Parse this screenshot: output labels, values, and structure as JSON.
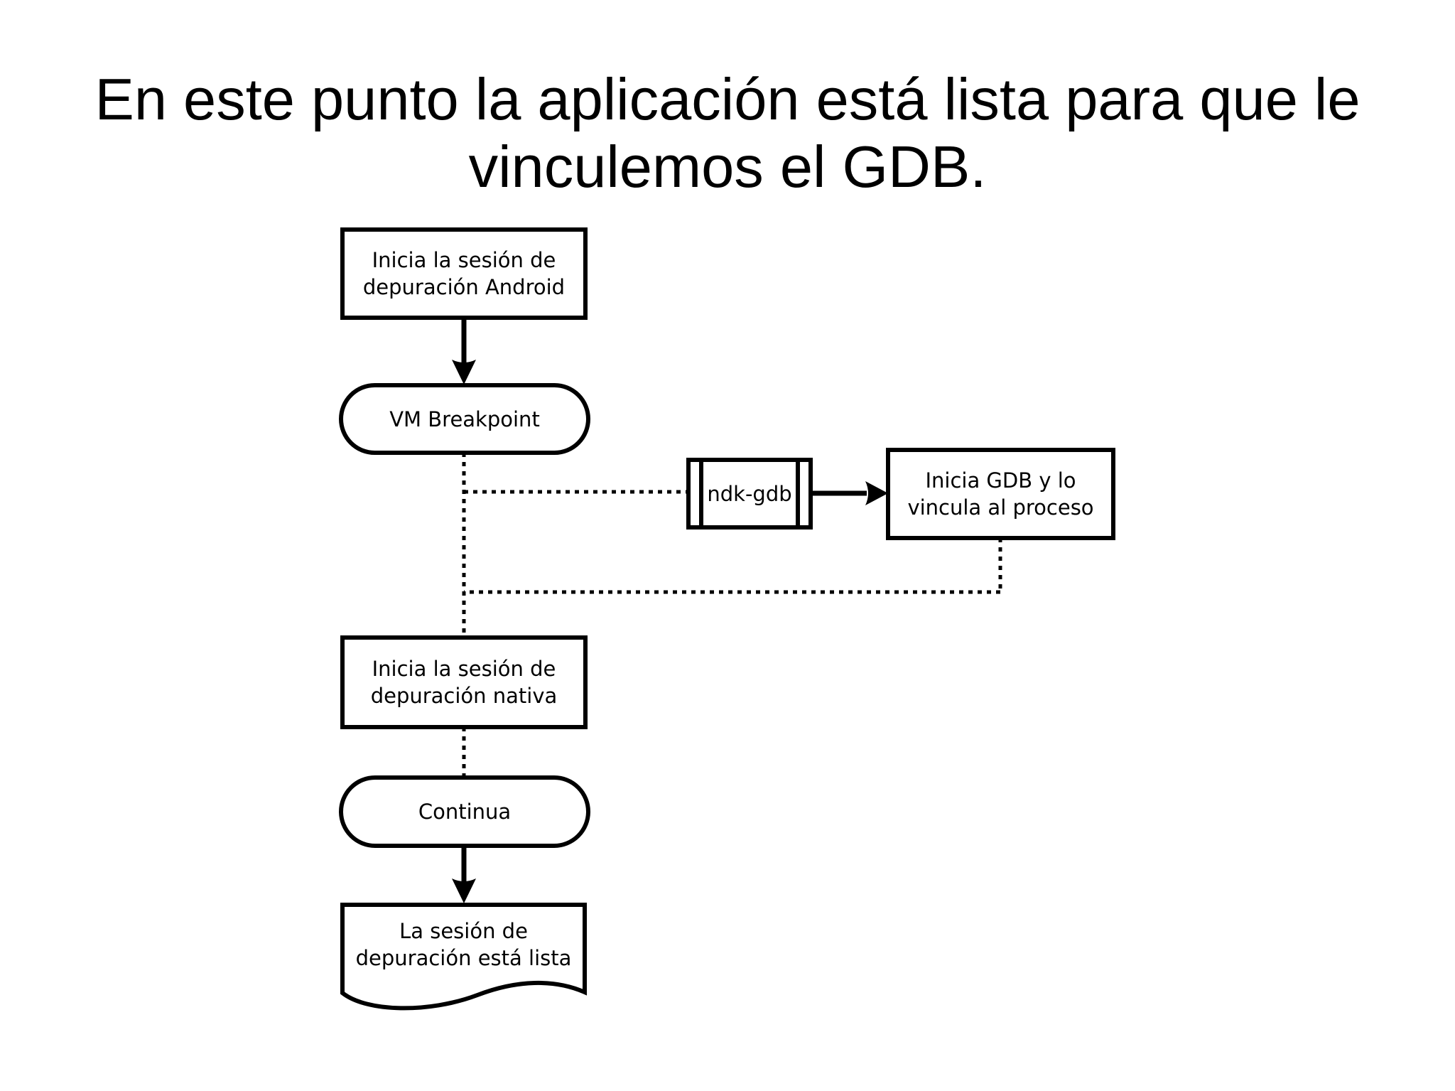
{
  "slide": {
    "title": {
      "line1": "En este punto la aplicación está lista para que le",
      "line2": "vinculemos el GDB."
    }
  },
  "colors": {
    "ink": "#000000",
    "paper": "#ffffff"
  },
  "flowchart": {
    "start_android": {
      "line1": "Inicia la sesión de",
      "line2": "depuración Android"
    },
    "vm_breakpoint": {
      "label": "VM Breakpoint"
    },
    "ndk_gdb": {
      "label": "ndk-gdb"
    },
    "attach_gdb": {
      "line1": "Inicia GDB y lo",
      "line2": "vincula al proceso"
    },
    "native_session": {
      "line1": "Inicia la sesión de",
      "line2": "depuración nativa"
    },
    "continue_node": {
      "label": "Continua"
    },
    "session_ready": {
      "line1": "La sesión de",
      "line2": "depuración está lista"
    }
  }
}
